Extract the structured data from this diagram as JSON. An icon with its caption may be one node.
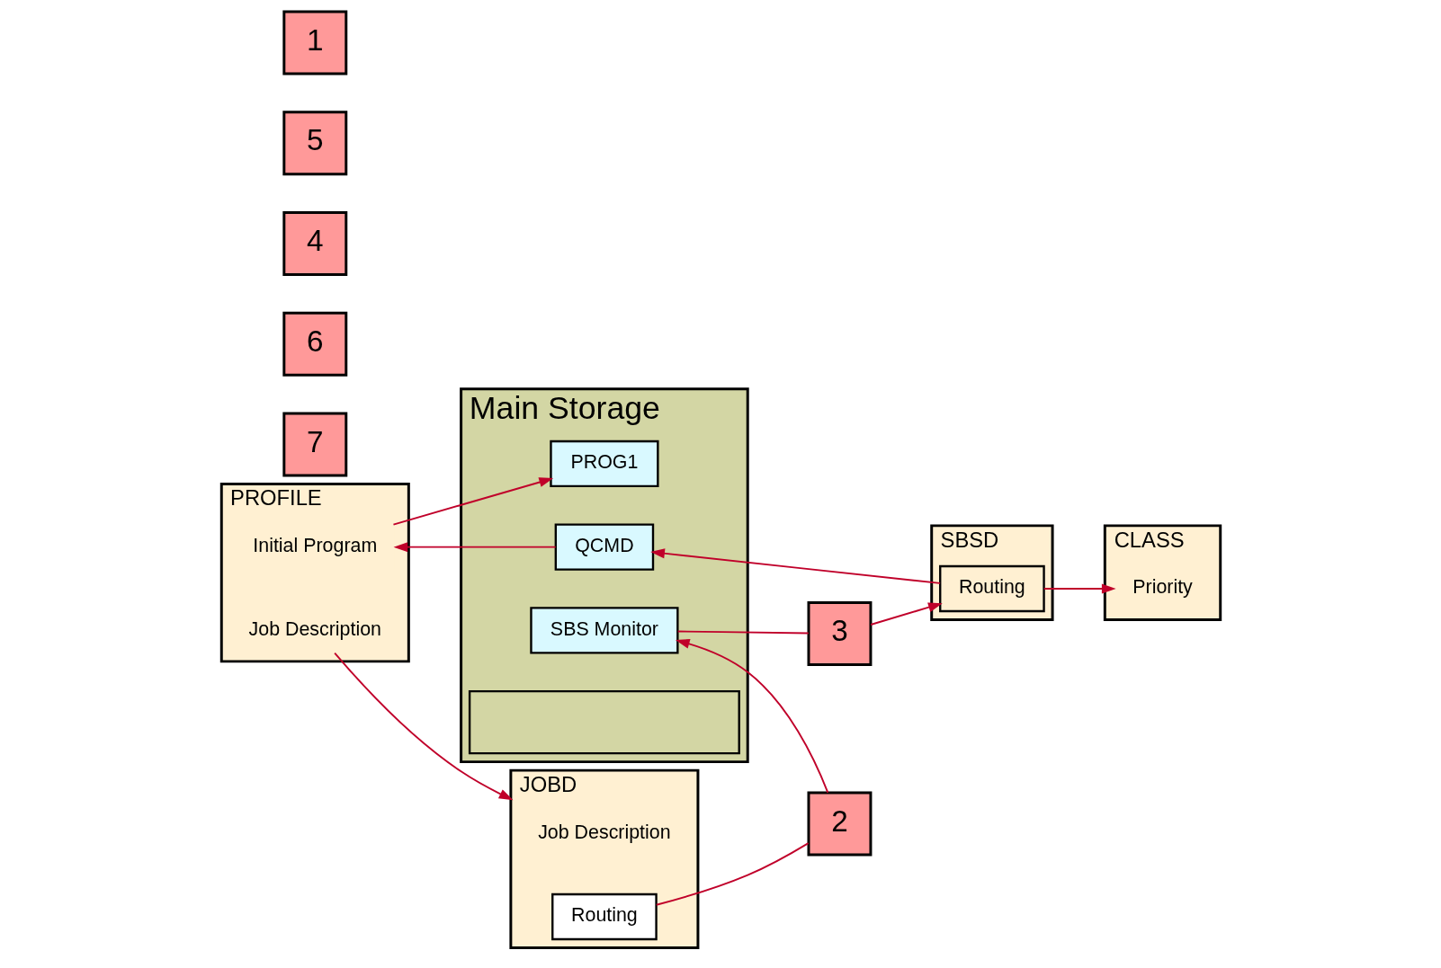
{
  "diagram": {
    "nodes": [
      {
        "text": [
          "Main Storage"
        ]
      },
      {
        "text": [
          "PROG1"
        ],
        "in": 0
      },
      {
        "text": [
          "QCMD"
        ],
        "in": 0
      },
      {
        "text": [
          "SBS Monitor"
        ],
        "in": 0
      },
      {
        "text": [],
        "shape": "bar",
        "in": 0
      },
      {
        "text": [
          "CLASS"
        ]
      },
      {
        "text": [
          "Priority"
        ],
        "in": 5
      },
      {
        "text": [
          "PROFILE"
        ]
      },
      {
        "text": [
          "Initial Program"
        ],
        "in": 7
      },
      {
        "text": [
          "Job Description"
        ],
        "in": 7
      },
      {
        "text": [
          "SBSD"
        ]
      },
      {
        "text": [
          "Routing"
        ],
        "in": 10
      },
      {
        "text": [
          "JOBD"
        ]
      },
      {
        "text": [
          "Job Description"
        ],
        "in": 12
      },
      {
        "text": [
          "Routing"
        ],
        "in": 12
      },
      {
        "text": [
          "7"
        ]
      },
      {
        "text": [
          "6"
        ]
      },
      {
        "text": [
          "4"
        ]
      },
      {
        "text": [
          "5"
        ]
      },
      {
        "text": [
          "1"
        ]
      },
      {
        "text": [
          "3"
        ]
      },
      {
        "text": [
          "2"
        ]
      }
    ],
    "edges": [
      {
        "from": 9,
        "to": 12,
        "arrow": "to"
      },
      {
        "from": 14,
        "to": 21,
        "arrow": "none"
      },
      {
        "from": 21,
        "to": 3,
        "arrow": "to"
      },
      {
        "from": 3,
        "to": 20,
        "arrow": "none"
      },
      {
        "from": 20,
        "to": 11,
        "arrow": "to"
      },
      {
        "from": 11,
        "to": 6,
        "arrow": "to"
      },
      {
        "from": 11,
        "to": 2,
        "arrow": "to"
      },
      {
        "from": 2,
        "to": 8,
        "arrow": "to"
      },
      {
        "from": 8,
        "to": 1,
        "arrow": "to"
      }
    ]
  }
}
